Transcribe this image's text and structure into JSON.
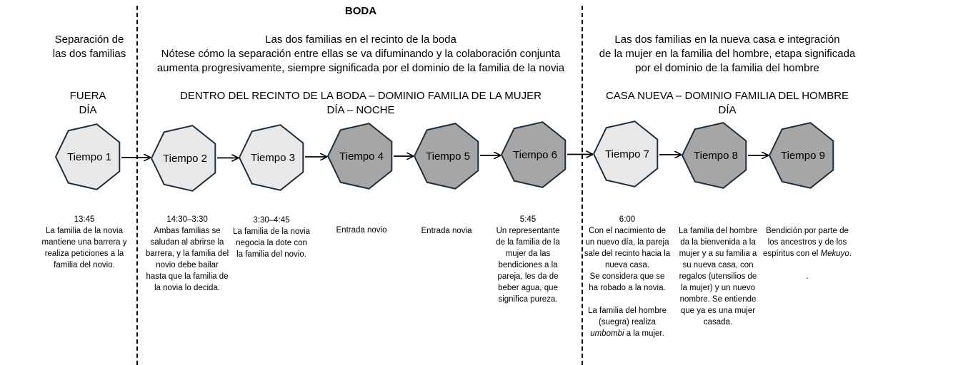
{
  "phases": {
    "boda_title": "BODA",
    "sep_desc": [
      "Separación de",
      "las dos familias"
    ],
    "boda_desc": [
      "Las dos familias en el recinto de la boda",
      "Nótese cómo la separación entre ellas se va difuminando y la colaboración conjunta",
      "aumenta progresivamente, siempre significada por el dominio de la familia de la novia"
    ],
    "casa_desc": [
      "Las dos familias en la nueva casa e integración",
      "de la mujer en la familia del hombre, etapa significada",
      "por el dominio de la familia del hombre"
    ]
  },
  "sections": {
    "fuera": [
      "FUERA",
      "DÍA"
    ],
    "dentro": [
      "DENTRO DEL RECINTO DE LA BODA – DOMINIO FAMILIA DE LA MUJER",
      "DÍA – NOCHE"
    ],
    "casa": [
      "CASA NUEVA – DOMINIO FAMILIA DEL HOMBRE",
      "DÍA"
    ]
  },
  "colors": {
    "light": "#e8e8e8",
    "dark": "#a6a6a6",
    "stroke": "#1e2f3d"
  },
  "nodes": [
    {
      "label": "Tiempo 1",
      "shade": "light",
      "time": "13:45",
      "desc": [
        "La familia de la novia",
        "mantiene una barrera y",
        "realiza peticiones a la",
        "familia del novio."
      ]
    },
    {
      "label": "Tiempo 2",
      "shade": "light",
      "time": "14:30–3:30",
      "desc": [
        "Ambas familias se",
        "saludan al abrirse la",
        "barrera, y la familia del",
        "novio debe bailar",
        "hasta que la familia de",
        "la novia lo decida."
      ]
    },
    {
      "label": "Tiempo 3",
      "shade": "light",
      "time": "3:30–4:45",
      "desc": [
        "La familia de la novia",
        "negocia la dote con",
        "la familia del novio."
      ]
    },
    {
      "label": "Tiempo 4",
      "shade": "dark",
      "time": "",
      "desc": [
        "Entrada novio"
      ]
    },
    {
      "label": "Tiempo 5",
      "shade": "dark",
      "time": "",
      "desc": [
        "Entrada novia"
      ]
    },
    {
      "label": "Tiempo 6",
      "shade": "dark",
      "time": "5:45",
      "desc": [
        "Un representante",
        "de la familia de la",
        "mujer da las",
        "bendiciones a la",
        "pareja, les da de",
        "beber agua, que",
        "significa pureza."
      ]
    },
    {
      "label": "Tiempo 7",
      "shade": "light",
      "time": "6:00",
      "desc": [
        "Con el nacimiento de",
        "un nuevo día, la pareja",
        "sale del recinto hacia la",
        "nueva casa.",
        "Se considera que se",
        "ha robado a la novia.",
        "",
        "La familia del hombre",
        "(suegra) realiza",
        "umbombi a la mujer."
      ]
    },
    {
      "label": "Tiempo 8",
      "shade": "dark",
      "time": "",
      "desc": [
        "La familia del hombre",
        "da la bienvenida a la",
        "mujer y a su familia a",
        "su nueva casa, con",
        "regalos (utensilios de",
        "la mujer) y un nuevo",
        "nombre. Se entiende",
        "que ya es una mujer",
        "casada."
      ]
    },
    {
      "label": "Tiempo 9",
      "shade": "dark",
      "time": "",
      "desc": [
        "Bendición por parte de",
        "los ancestros y de los",
        "espíritus con el Mekuyo.",
        "",
        "."
      ]
    }
  ]
}
